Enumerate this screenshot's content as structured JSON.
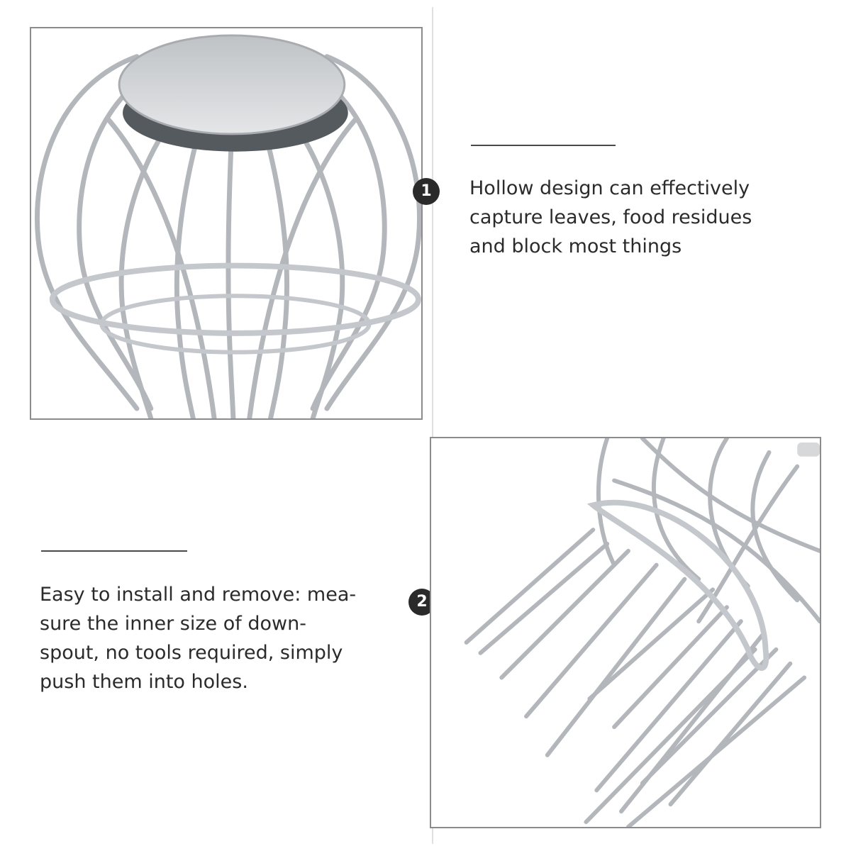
{
  "features": [
    {
      "badge": "1",
      "image": "strainer-cage-top-view",
      "lines": [
        "Hollow design can effectively",
        "capture leaves, food residues",
        "and block most things"
      ]
    },
    {
      "badge": "2",
      "image": "strainer-prongs-side-view",
      "lines": [
        "Easy to install and remove: mea-",
        "sure the inner size of down-",
        "spout, no tools required, simply",
        "push them into holes."
      ]
    }
  ],
  "colors": {
    "badge_background": "#2a2a2a",
    "text": "#2b2b2b",
    "frame_border": "#8c8c8c",
    "metal": "#b8bcc0"
  }
}
